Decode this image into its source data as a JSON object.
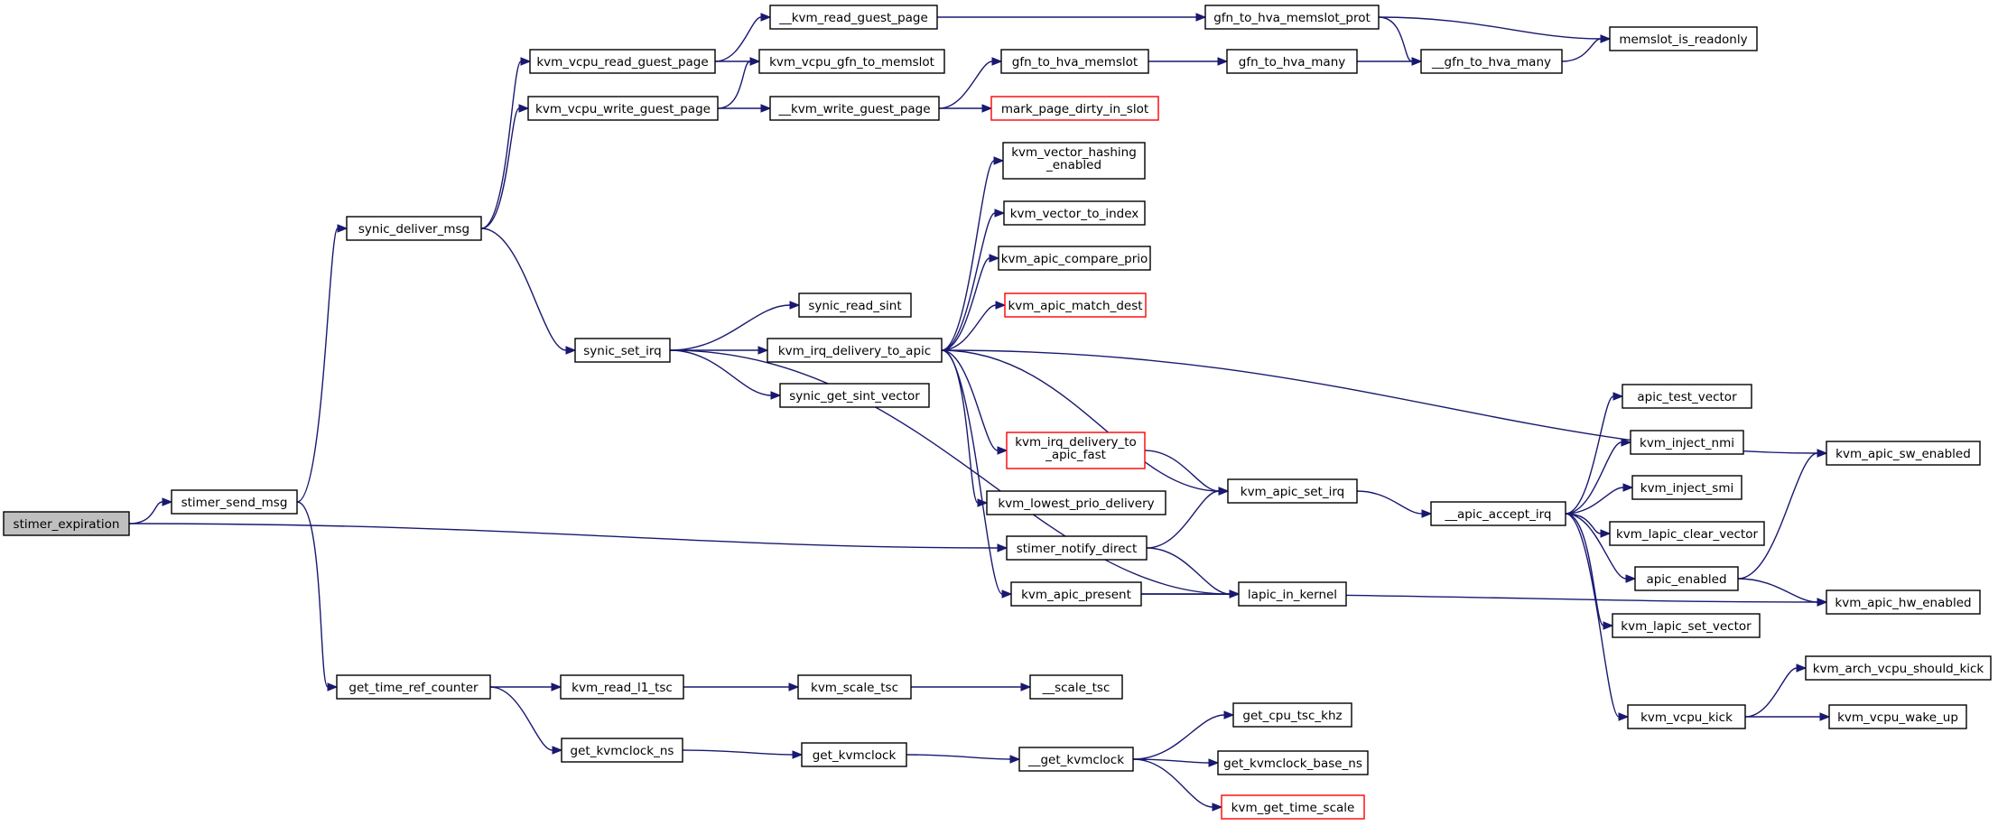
{
  "colors": {
    "edge": "#191970",
    "node_border": "#000000",
    "truncated_border": "#ff0000",
    "root_fill": "#bfbfbf"
  },
  "nodes": {
    "stimer_expiration": [
      "stimer_expiration"
    ],
    "stimer_send_msg": [
      "stimer_send_msg"
    ],
    "synic_deliver_msg": [
      "synic_deliver_msg"
    ],
    "get_time_ref_counter": [
      "get_time_ref_counter"
    ],
    "stimer_notify_direct": [
      "stimer_notify_direct"
    ],
    "kvm_vcpu_read_guest_page": [
      "kvm_vcpu_read_guest_page"
    ],
    "kvm_vcpu_write_guest_page": [
      "kvm_vcpu_write_guest_page"
    ],
    "synic_set_irq": [
      "synic_set_irq"
    ],
    "kvm_read_guest_page_u": [
      "__kvm_read_guest_page"
    ],
    "kvm_vcpu_gfn_to_memslot": [
      "kvm_vcpu_gfn_to_memslot"
    ],
    "kvm_write_guest_page_u": [
      "__kvm_write_guest_page"
    ],
    "gfn_to_hva_memslot_prot": [
      "gfn_to_hva_memslot_prot"
    ],
    "gfn_to_hva_memslot": [
      "gfn_to_hva_memslot"
    ],
    "mark_page_dirty_in_slot": [
      "mark_page_dirty_in_slot"
    ],
    "gfn_to_hva_many": [
      "gfn_to_hva_many"
    ],
    "gfn_to_hva_many_u": [
      "__gfn_to_hva_many"
    ],
    "memslot_is_readonly": [
      "memslot_is_readonly"
    ],
    "synic_read_sint": [
      "synic_read_sint"
    ],
    "kvm_irq_delivery_to_apic": [
      "kvm_irq_delivery_to_apic"
    ],
    "synic_get_sint_vector": [
      "synic_get_sint_vector"
    ],
    "kvm_vector_hashing_enabled": [
      "kvm_vector_hashing",
      "_enabled"
    ],
    "kvm_vector_to_index": [
      "kvm_vector_to_index"
    ],
    "kvm_apic_compare_prio": [
      "kvm_apic_compare_prio"
    ],
    "kvm_apic_match_dest": [
      "kvm_apic_match_dest"
    ],
    "kvm_irq_delivery_to_apic_fast": [
      "kvm_irq_delivery_to",
      "_apic_fast"
    ],
    "kvm_lowest_prio_delivery": [
      "kvm_lowest_prio_delivery"
    ],
    "kvm_apic_present": [
      "kvm_apic_present"
    ],
    "kvm_apic_set_irq": [
      "kvm_apic_set_irq"
    ],
    "lapic_in_kernel": [
      "lapic_in_kernel"
    ],
    "kvm_apic_sw_enabled": [
      "kvm_apic_sw_enabled"
    ],
    "apic_accept_irq_u": [
      "__apic_accept_irq"
    ],
    "apic_test_vector": [
      "apic_test_vector"
    ],
    "kvm_inject_nmi": [
      "kvm_inject_nmi"
    ],
    "kvm_inject_smi": [
      "kvm_inject_smi"
    ],
    "kvm_lapic_clear_vector": [
      "kvm_lapic_clear_vector"
    ],
    "apic_enabled": [
      "apic_enabled"
    ],
    "kvm_lapic_set_vector": [
      "kvm_lapic_set_vector"
    ],
    "kvm_vcpu_kick": [
      "kvm_vcpu_kick"
    ],
    "kvm_apic_hw_enabled": [
      "kvm_apic_hw_enabled"
    ],
    "kvm_arch_vcpu_should_kick": [
      "kvm_arch_vcpu_should_kick"
    ],
    "kvm_vcpu_wake_up": [
      "kvm_vcpu_wake_up"
    ],
    "kvm_read_l1_tsc": [
      "kvm_read_l1_tsc"
    ],
    "kvm_scale_tsc": [
      "kvm_scale_tsc"
    ],
    "scale_tsc_u": [
      "__scale_tsc"
    ],
    "get_kvmclock_ns": [
      "get_kvmclock_ns"
    ],
    "get_kvmclock": [
      "get_kvmclock"
    ],
    "get_kvmclock_u": [
      "__get_kvmclock"
    ],
    "get_cpu_tsc_khz": [
      "get_cpu_tsc_khz"
    ],
    "get_kvmclock_base_ns": [
      "get_kvmclock_base_ns"
    ],
    "kvm_get_time_scale": [
      "kvm_get_time_scale"
    ]
  },
  "edges": [
    [
      "stimer_expiration",
      "stimer_send_msg"
    ],
    [
      "stimer_expiration",
      "stimer_notify_direct"
    ],
    [
      "stimer_send_msg",
      "synic_deliver_msg"
    ],
    [
      "stimer_send_msg",
      "get_time_ref_counter"
    ],
    [
      "synic_deliver_msg",
      "kvm_vcpu_read_guest_page"
    ],
    [
      "synic_deliver_msg",
      "kvm_vcpu_write_guest_page"
    ],
    [
      "synic_deliver_msg",
      "synic_set_irq"
    ],
    [
      "kvm_vcpu_read_guest_page",
      "kvm_read_guest_page_u"
    ],
    [
      "kvm_vcpu_read_guest_page",
      "kvm_vcpu_gfn_to_memslot"
    ],
    [
      "kvm_vcpu_write_guest_page",
      "kvm_vcpu_gfn_to_memslot"
    ],
    [
      "kvm_vcpu_write_guest_page",
      "kvm_write_guest_page_u"
    ],
    [
      "kvm_read_guest_page_u",
      "gfn_to_hva_memslot_prot"
    ],
    [
      "kvm_write_guest_page_u",
      "gfn_to_hva_memslot"
    ],
    [
      "kvm_write_guest_page_u",
      "mark_page_dirty_in_slot"
    ],
    [
      "gfn_to_hva_memslot_prot",
      "memslot_is_readonly"
    ],
    [
      "gfn_to_hva_memslot_prot",
      "gfn_to_hva_many_u"
    ],
    [
      "gfn_to_hva_memslot",
      "gfn_to_hva_many"
    ],
    [
      "gfn_to_hva_many",
      "gfn_to_hva_many_u"
    ],
    [
      "gfn_to_hva_many_u",
      "memslot_is_readonly"
    ],
    [
      "synic_set_irq",
      "synic_read_sint"
    ],
    [
      "synic_set_irq",
      "kvm_irq_delivery_to_apic"
    ],
    [
      "synic_set_irq",
      "synic_get_sint_vector"
    ],
    [
      "synic_set_irq",
      "lapic_in_kernel"
    ],
    [
      "kvm_irq_delivery_to_apic",
      "kvm_vector_hashing_enabled"
    ],
    [
      "kvm_irq_delivery_to_apic",
      "kvm_vector_to_index"
    ],
    [
      "kvm_irq_delivery_to_apic",
      "kvm_apic_compare_prio"
    ],
    [
      "kvm_irq_delivery_to_apic",
      "kvm_apic_match_dest"
    ],
    [
      "kvm_irq_delivery_to_apic",
      "kvm_apic_sw_enabled"
    ],
    [
      "kvm_irq_delivery_to_apic",
      "kvm_irq_delivery_to_apic_fast"
    ],
    [
      "kvm_irq_delivery_to_apic",
      "kvm_lowest_prio_delivery"
    ],
    [
      "kvm_irq_delivery_to_apic",
      "kvm_apic_present"
    ],
    [
      "kvm_irq_delivery_to_apic",
      "kvm_apic_set_irq"
    ],
    [
      "kvm_irq_delivery_to_apic_fast",
      "kvm_apic_set_irq"
    ],
    [
      "stimer_notify_direct",
      "kvm_apic_set_irq"
    ],
    [
      "stimer_notify_direct",
      "lapic_in_kernel"
    ],
    [
      "kvm_apic_present",
      "lapic_in_kernel"
    ],
    [
      "kvm_apic_present",
      "kvm_apic_hw_enabled"
    ],
    [
      "kvm_apic_set_irq",
      "apic_accept_irq_u"
    ],
    [
      "apic_accept_irq_u",
      "apic_test_vector"
    ],
    [
      "apic_accept_irq_u",
      "kvm_inject_nmi"
    ],
    [
      "apic_accept_irq_u",
      "kvm_inject_smi"
    ],
    [
      "apic_accept_irq_u",
      "kvm_lapic_clear_vector"
    ],
    [
      "apic_accept_irq_u",
      "apic_enabled"
    ],
    [
      "apic_accept_irq_u",
      "kvm_lapic_set_vector"
    ],
    [
      "apic_accept_irq_u",
      "kvm_vcpu_kick"
    ],
    [
      "apic_enabled",
      "kvm_apic_sw_enabled"
    ],
    [
      "apic_enabled",
      "kvm_apic_hw_enabled"
    ],
    [
      "kvm_vcpu_kick",
      "kvm_arch_vcpu_should_kick"
    ],
    [
      "kvm_vcpu_kick",
      "kvm_vcpu_wake_up"
    ],
    [
      "get_time_ref_counter",
      "kvm_read_l1_tsc"
    ],
    [
      "get_time_ref_counter",
      "get_kvmclock_ns"
    ],
    [
      "kvm_read_l1_tsc",
      "kvm_scale_tsc"
    ],
    [
      "kvm_scale_tsc",
      "scale_tsc_u"
    ],
    [
      "get_kvmclock_ns",
      "get_kvmclock"
    ],
    [
      "get_kvmclock",
      "get_kvmclock_u"
    ],
    [
      "get_kvmclock_u",
      "get_cpu_tsc_khz"
    ],
    [
      "get_kvmclock_u",
      "get_kvmclock_base_ns"
    ],
    [
      "get_kvmclock_u",
      "kvm_get_time_scale"
    ]
  ]
}
